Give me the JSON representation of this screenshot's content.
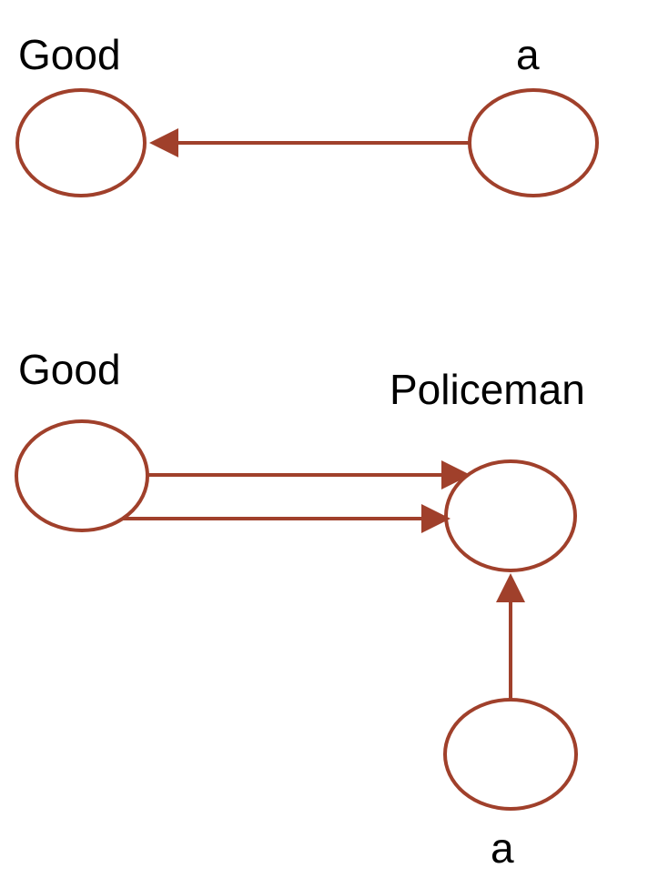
{
  "colors": {
    "stroke": "#A0402B",
    "text": "#000000",
    "background": "#FFFFFF"
  },
  "top_diagram": {
    "nodes": {
      "left_label": "Good",
      "right_label": "a"
    },
    "edges": [
      {
        "from": "a",
        "to": "Good"
      }
    ]
  },
  "bottom_diagram": {
    "nodes": {
      "left_label": "Good",
      "right_label": "Policeman",
      "bottom_label": "a"
    },
    "edges": [
      {
        "from": "Good",
        "to": "Policeman"
      },
      {
        "from": "Good",
        "to": "Policeman"
      },
      {
        "from": "a",
        "to": "Policeman"
      }
    ]
  }
}
